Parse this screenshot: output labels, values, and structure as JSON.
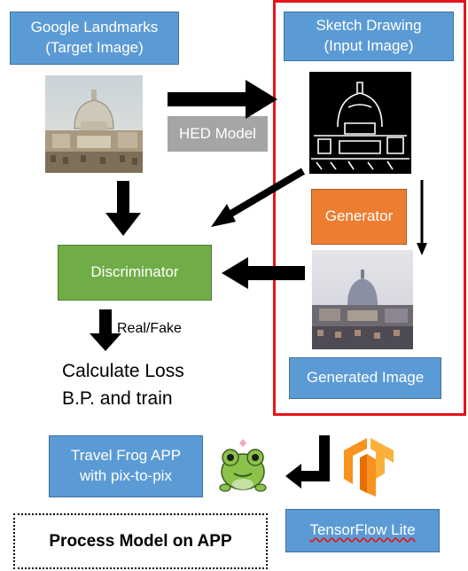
{
  "labels": {
    "target_image": "Google Landmarks\n(Target Image)",
    "input_image": "Sketch Drawing\n(Input Image)",
    "hed_model": "HED Model",
    "generator": "Generator",
    "discriminator": "Discriminator",
    "real_fake": "Real/Fake",
    "calculate_loss": "Calculate Loss\nB.P. and train",
    "generated_image": "Generated Image",
    "travel_frog": "Travel Frog APP\nwith pix-to-pix",
    "tensorflow_lite": "TensorFlow Lite",
    "process_model": "Process Model on APP"
  },
  "icons": {
    "landmark_photo": "vatican-photo-icon",
    "sketch": "edge-sketch-icon",
    "generated": "generated-photo-icon",
    "frog": "frog-icon",
    "tensorflow": "tensorflow-logo-icon"
  },
  "colors": {
    "box_blue": "#5b9bd5",
    "generator_orange": "#ed7d31",
    "discriminator_green": "#70ad47",
    "hed_gray": "#a5a5a5",
    "frame_red": "#e3151a",
    "tensorflow_orange": "#f7931e"
  }
}
